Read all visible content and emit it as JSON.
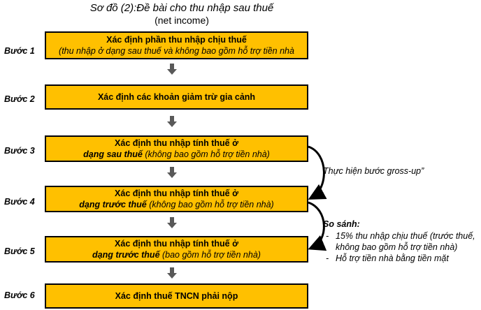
{
  "diagram": {
    "title": "Sơ đồ (2):Đề bài cho thu nhập sau thuế",
    "subtitle": "(net income)",
    "steps": [
      {
        "label": "Bước 1",
        "line1": "Xác định phần thu nhập chịu thuế",
        "line2": "(thu nhập ở dạng sau thuế và không bao gồm hỗ trợ tiền nhà"
      },
      {
        "label": "Bước 2",
        "line1": "Xác định các khoản giảm trừ gia cảnh"
      },
      {
        "label": "Bước 3",
        "line1": "Xác định thu nhập tính thuế ở",
        "line2_bold": "dạng sau thuế",
        "line2_rest": " (không bao gồm hỗ trợ tiền nhà)"
      },
      {
        "label": "Bước 4",
        "line1": "Xác định thu nhập tính thuế ở",
        "line2_bold": "dạng trước thuế",
        "line2_rest": " (không bao gồm hỗ trợ tiền nhà)"
      },
      {
        "label": "Bước 5",
        "line1": "Xác định thu nhập tính thuế ở",
        "line2_bold": "dạng trước thuế",
        "line2_rest": " (bao gồm hỗ trợ tiền nhà)"
      },
      {
        "label": "Bước 6",
        "line1": "Xác định thuế TNCN phải nộp"
      }
    ],
    "gross_up_note": "Thực hiện bước gross-up”",
    "compare_note": {
      "heading": "So sánh:",
      "item1_line1": "15% thu nhập chịu thuế (trước thuế,",
      "item1_line2": "không bao gồm hỗ trợ tiền nhà)",
      "item2": "Hỗ trợ tiền nhà bằng tiền mặt"
    },
    "colors": {
      "box_fill": "#FFC000",
      "arrow": "#595959",
      "border": "#000000"
    }
  }
}
